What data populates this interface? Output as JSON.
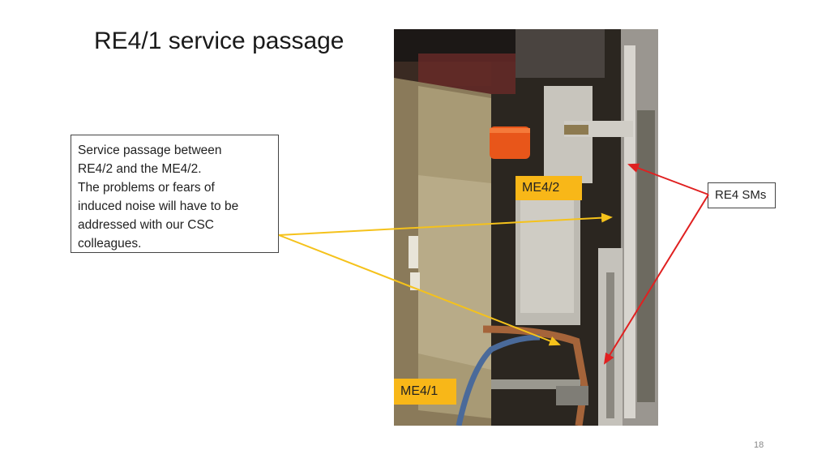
{
  "slide": {
    "title": "RE4/1 service passage",
    "page_number": "18"
  },
  "callout": {
    "lines": [
      "Service passage between",
      "RE4/2 and the ME4/2.",
      "The problems or fears of",
      "induced noise will have to be",
      "addressed with our CSC",
      "colleagues."
    ]
  },
  "photo_labels": {
    "me42": "ME4/2",
    "me41": "ME4/1"
  },
  "side_label": {
    "text": "RE4 SMs"
  },
  "colors": {
    "tag_fill": "#f8b718",
    "yellow_arrow": "#f5c21b",
    "red_arrow": "#e02020"
  }
}
